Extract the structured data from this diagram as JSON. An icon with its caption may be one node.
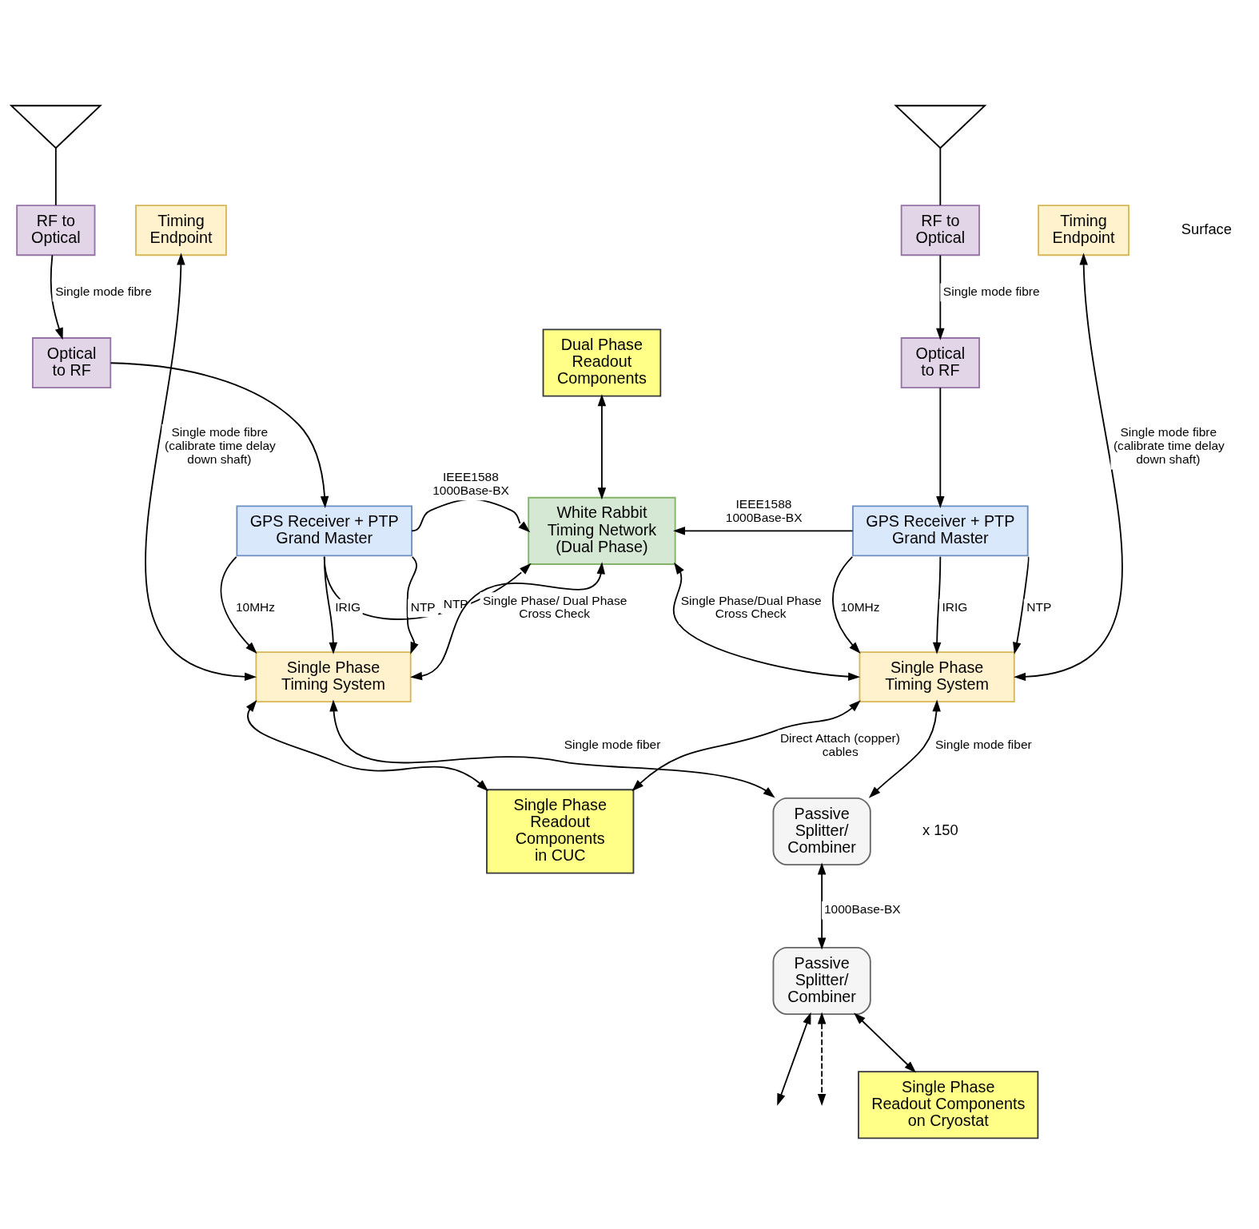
{
  "diagram": {
    "nodes": [
      {
        "text": [],
        "shape": "antenna"
      },
      {
        "text": [],
        "shape": "antenna"
      },
      {
        "text": [
          "Timing Endpoint"
        ]
      },
      {
        "text": [
          "RF to Optical"
        ]
      },
      {
        "text": [
          "RF to Optical"
        ]
      },
      {
        "text": [
          "Timing Endpoint"
        ]
      },
      {
        "text": [
          "Dual Phase Readout Components"
        ]
      },
      {
        "text": [
          "Optical to RF"
        ]
      },
      {
        "text": [
          "Optical to RF"
        ]
      },
      {
        "text": [
          "GPS Receiver + PTP Grand Master"
        ]
      },
      {
        "text": [
          "White Rabbit Timing Network (Dual Phase)"
        ]
      },
      {
        "text": [
          "GPS Receiver + PTP Grand Master"
        ]
      },
      {
        "text": [
          "Single Phase Timing System"
        ]
      },
      {
        "text": [
          "Single Phase Timing System"
        ]
      },
      {
        "text": [
          "Single Phase Readout Components in CUC"
        ]
      },
      {
        "text": [
          "Passive Splitter/ Combiner"
        ]
      },
      {
        "text": [
          "Passive Splitter/ Combiner"
        ]
      },
      {
        "text": [
          "Single Phase Readout Components on Cryostat"
        ]
      }
    ],
    "edges": [
      {
        "from": 0,
        "to": 3,
        "arrow": "none"
      },
      {
        "from": 1,
        "to": 4,
        "arrow": "none"
      },
      {
        "from": 2,
        "to": 12,
        "arrow": "both",
        "label": "Single mode fibre (calibrate time delay down shaft)"
      },
      {
        "from": 3,
        "to": 7,
        "arrow": "to",
        "label": "Single mode fibre"
      },
      {
        "from": 4,
        "to": 8,
        "arrow": "to",
        "label": "Single mode fibre"
      },
      {
        "from": 5,
        "to": 13,
        "arrow": "both",
        "label": "Single mode fibre (calibrate time delay down shaft)"
      },
      {
        "from": 6,
        "to": 10,
        "arrow": "both"
      },
      {
        "from": 7,
        "to": 9,
        "arrow": "to"
      },
      {
        "from": 8,
        "to": 11,
        "arrow": "to"
      },
      {
        "from": 9,
        "to": 10,
        "arrow": "to",
        "label": "IEEE1588 1000Base-BX"
      },
      {
        "from": 9,
        "to": 10,
        "arrow": "to",
        "label": "NTP"
      },
      {
        "from": 11,
        "to": 10,
        "arrow": "to",
        "label": "IEEE1588 1000Base-BX"
      },
      {
        "from": 9,
        "to": 12,
        "arrow": "to",
        "label": "10MHz"
      },
      {
        "from": 9,
        "to": 12,
        "arrow": "to",
        "label": "IRIG"
      },
      {
        "from": 9,
        "to": 12,
        "arrow": "to",
        "label": "NTP"
      },
      {
        "from": 11,
        "to": 13,
        "arrow": "to",
        "label": "10MHz"
      },
      {
        "from": 11,
        "to": 13,
        "arrow": "to",
        "label": "IRIG"
      },
      {
        "from": 11,
        "to": 13,
        "arrow": "to",
        "label": "NTP"
      },
      {
        "from": 10,
        "to": 12,
        "arrow": "both",
        "label": "Single Phase/ Dual Phase Cross Check"
      },
      {
        "from": 10,
        "to": 13,
        "arrow": "both",
        "label": "Single Phase/Dual Phase Cross Check"
      },
      {
        "from": 12,
        "to": 14,
        "arrow": "both"
      },
      {
        "from": 13,
        "to": 14,
        "arrow": "both",
        "label": "Direct Attach (copper) cables"
      },
      {
        "from": 12,
        "to": 15,
        "arrow": "both",
        "label": "Single mode fiber"
      },
      {
        "from": 13,
        "to": 15,
        "arrow": "both",
        "label": "Single mode fiber"
      },
      {
        "from": 15,
        "to": 16,
        "arrow": "both",
        "label": "1000Base-BX"
      },
      {
        "from": 16,
        "to": null,
        "arrow": "both"
      },
      {
        "from": 16,
        "to": null,
        "arrow": "both",
        "style": "dashed"
      },
      {
        "from": 16,
        "to": 17,
        "arrow": "both"
      }
    ],
    "labels": [
      "Surface",
      "x 150"
    ]
  }
}
